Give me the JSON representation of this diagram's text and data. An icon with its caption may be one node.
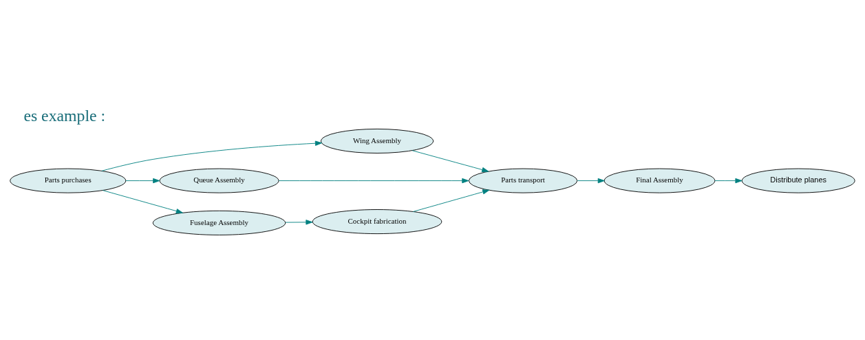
{
  "diagram": {
    "title": "es example :",
    "nodes": [
      {
        "text": [
          "Parts purchases"
        ]
      },
      {
        "text": [
          "Wing Assembly"
        ]
      },
      {
        "text": [
          "Queue Assembly"
        ]
      },
      {
        "text": [
          "Fuselage Assembly"
        ]
      },
      {
        "text": [
          "Parts transport"
        ]
      },
      {
        "text": [
          "Cockpit fabrication"
        ]
      },
      {
        "text": [
          "Final Assembly"
        ]
      },
      {
        "text": [
          "Distribute planes"
        ]
      }
    ],
    "edges": [
      {
        "from": 0,
        "to": 1,
        "arrow": "to"
      },
      {
        "from": 0,
        "to": 2,
        "arrow": "to"
      },
      {
        "from": 0,
        "to": 3,
        "arrow": "to"
      },
      {
        "from": 1,
        "to": 4,
        "arrow": "to"
      },
      {
        "from": 2,
        "to": 4,
        "arrow": "to"
      },
      {
        "from": 3,
        "to": 5,
        "arrow": "to"
      },
      {
        "from": 5,
        "to": 4,
        "arrow": "to"
      },
      {
        "from": 4,
        "to": 6,
        "arrow": "to"
      },
      {
        "from": 6,
        "to": 7,
        "arrow": "to"
      }
    ]
  }
}
